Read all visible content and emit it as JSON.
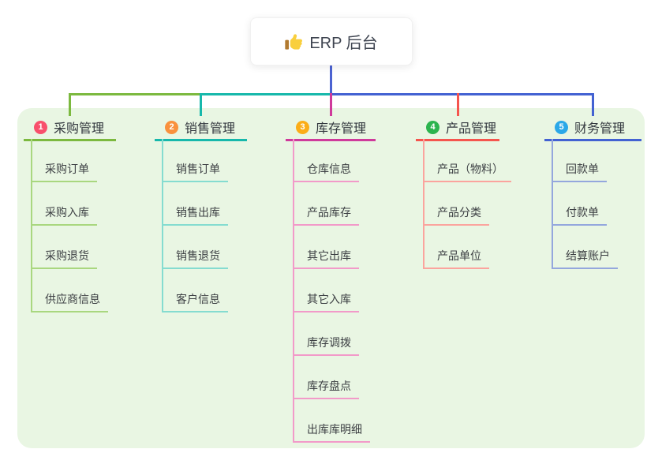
{
  "app": {
    "panel_color": "#e9f6e3",
    "background_color": "#ffffff"
  },
  "root": {
    "label": "ERP 后台",
    "icon": "thumbs-up-icon",
    "icon_colors": {
      "hand": "#f9cf3d",
      "cuff": "#b1792f"
    },
    "line_color": "#4c63d2"
  },
  "branches": [
    {
      "badge": "1",
      "badge_color": "#f8506c",
      "label": "采购管理",
      "line_color": "#7cb93f",
      "child_line_color": "#a9d77f",
      "children": [
        "采购订单",
        "采购入库",
        "采购退货",
        "供应商信息"
      ]
    },
    {
      "badge": "2",
      "badge_color": "#f9913d",
      "label": "销售管理",
      "line_color": "#17b8ab",
      "child_line_color": "#85dcd0",
      "children": [
        "销售订单",
        "销售出库",
        "销售退货",
        "客户信息"
      ]
    },
    {
      "badge": "3",
      "badge_color": "#fbad18",
      "label": "库存管理",
      "line_color": "#cf3a9b",
      "child_line_color": "#f29ac9",
      "children": [
        "仓库信息",
        "产品库存",
        "其它出库",
        "其它入库",
        "库存调拨",
        "库存盘点",
        "出库库明细"
      ]
    },
    {
      "badge": "4",
      "badge_color": "#2cb44e",
      "label": "产品管理",
      "line_color": "#f5554e",
      "child_line_color": "#fba49e",
      "children": [
        "产品（物料）",
        "产品分类",
        "产品单位"
      ]
    },
    {
      "badge": "5",
      "badge_color": "#2ba8e8",
      "label": "财务管理",
      "line_color": "#4362d2",
      "child_line_color": "#94a7dd",
      "children": [
        "回款单",
        "付款单",
        "结算账户"
      ]
    }
  ]
}
